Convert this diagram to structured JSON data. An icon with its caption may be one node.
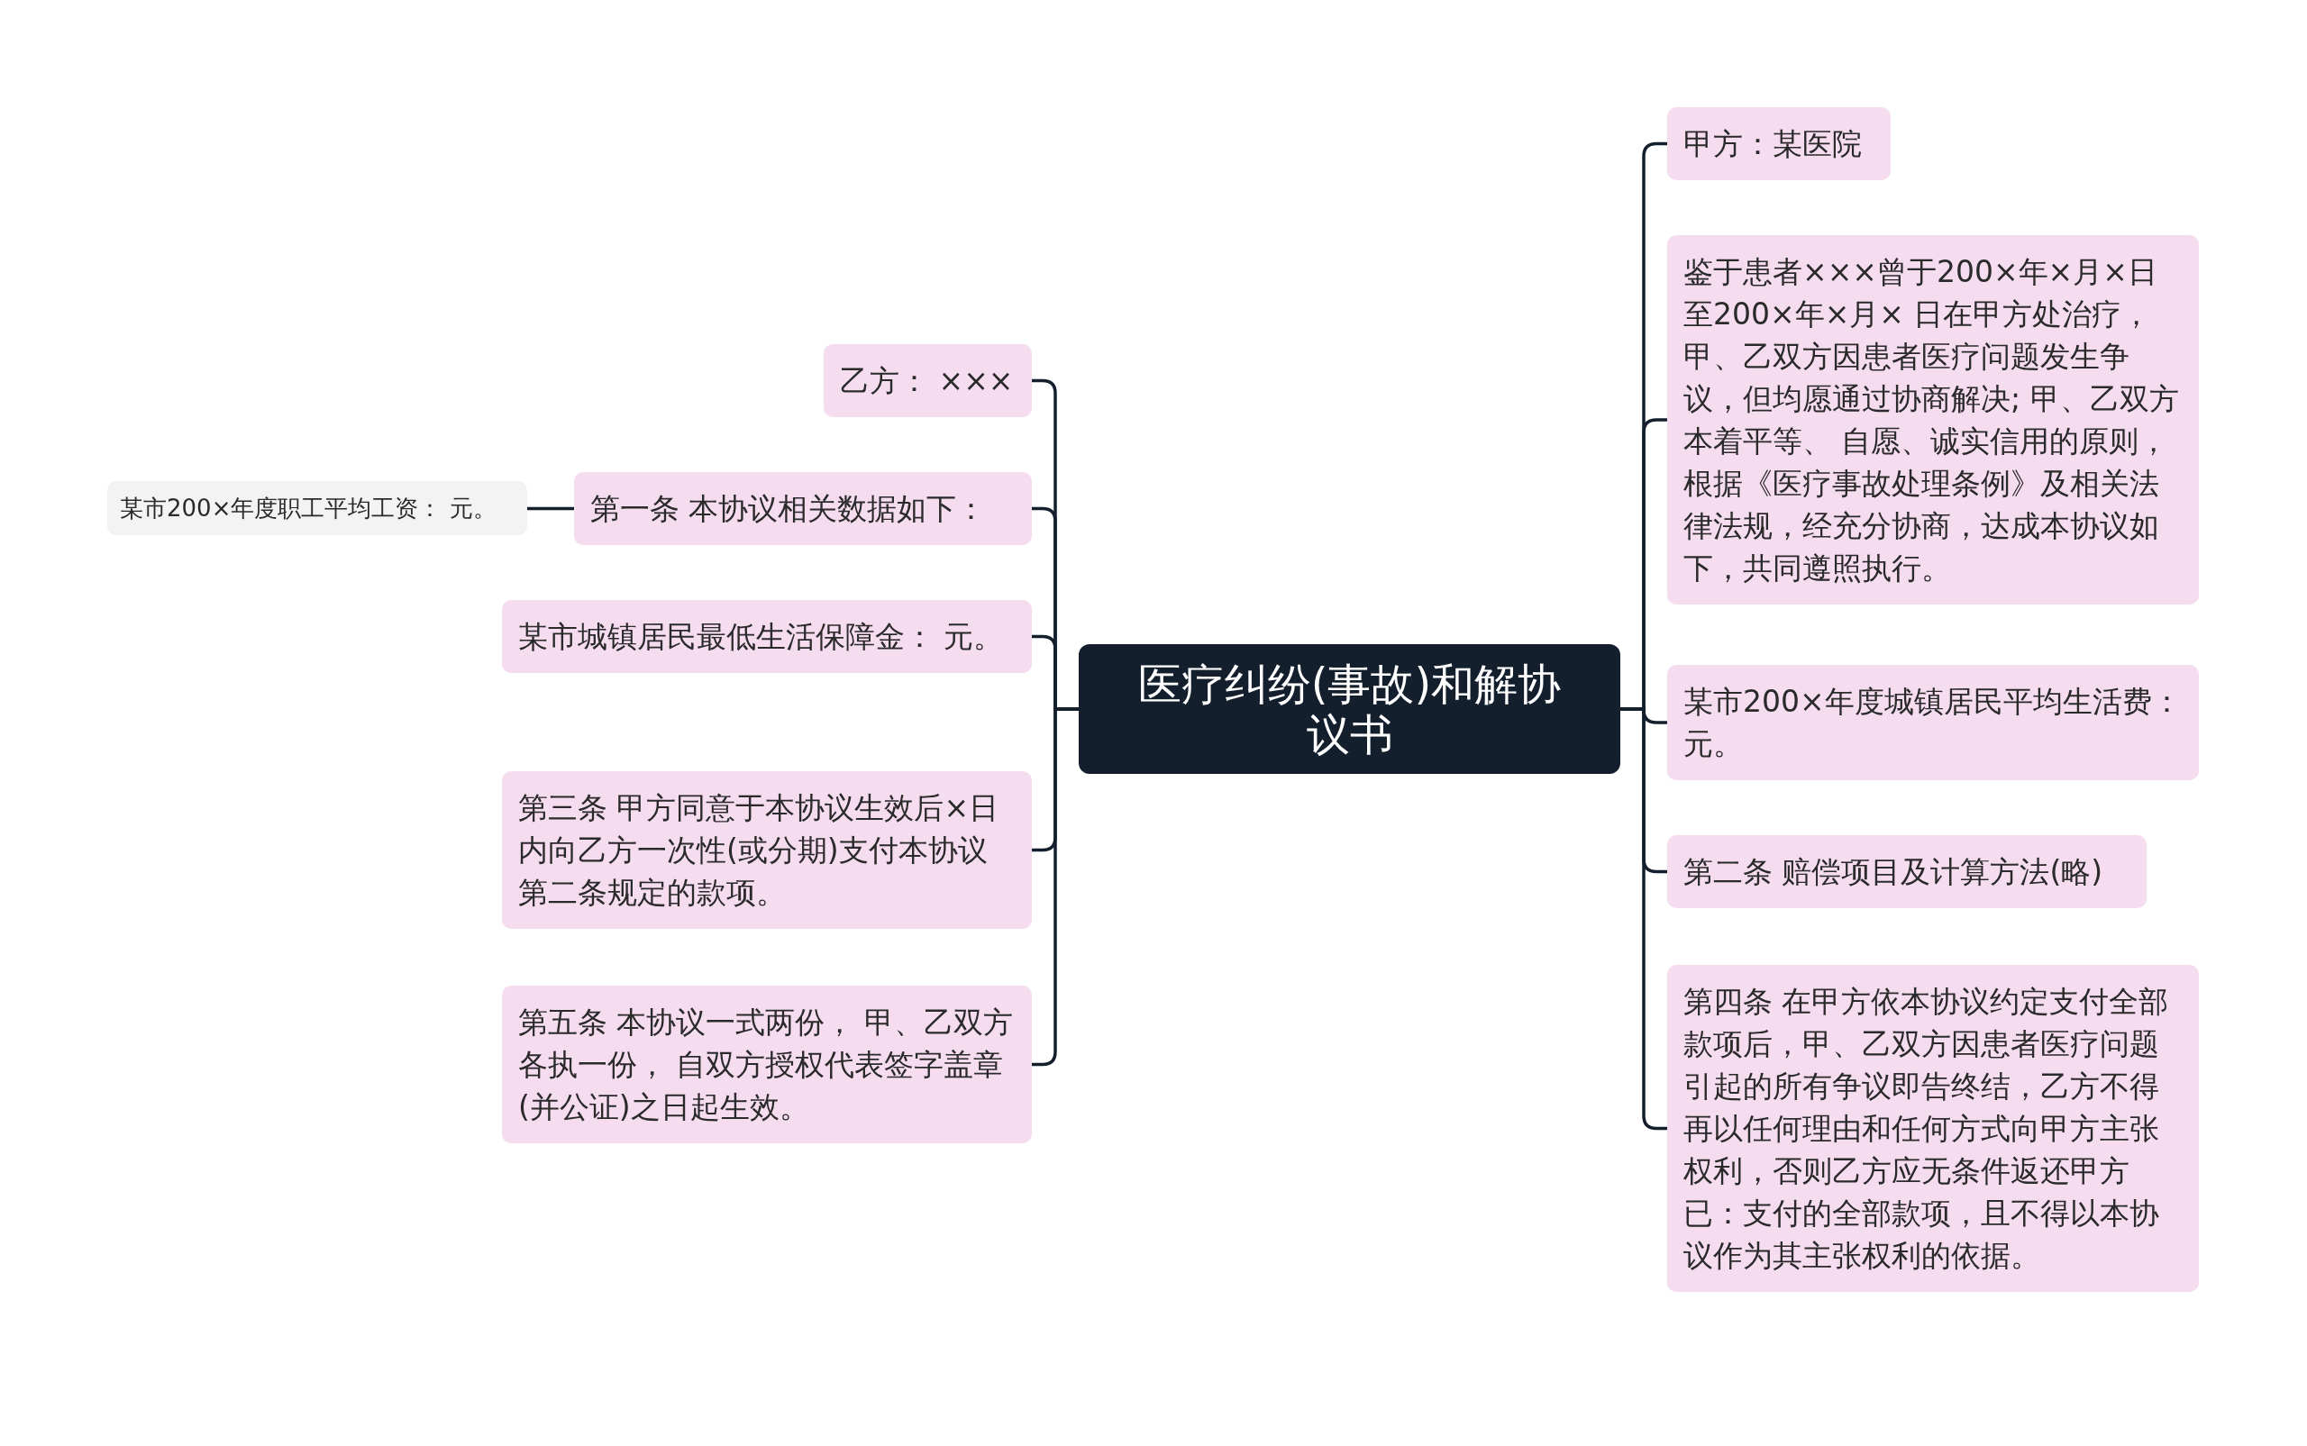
{
  "diagram": {
    "nodes": [
      {
        "text": [
          "医疗纠纷(事故)和解协议书"
        ]
      },
      {
        "text": [
          "乙方： ×××"
        ]
      },
      {
        "text": [
          "第一条 本协议相关数据如下："
        ]
      },
      {
        "text": [
          "某市200×年度职工平均工资： 元。"
        ]
      },
      {
        "text": [
          "某市城镇居民最低生活保障金： 元。"
        ]
      },
      {
        "text": [
          "第三条 甲方同意于本协议生效后×日内向乙方一次性(或分期)支付本协议第二条规定的款项。"
        ]
      },
      {
        "text": [
          "第五条 本协议一式两份， 甲、乙双方各执一份， 自双方授权代表签字盖章(并公证)之日起生效。"
        ]
      },
      {
        "text": [
          "甲方：某医院"
        ]
      },
      {
        "text": [
          "鉴于患者×××曾于200×年×月×日至200×年×月× 日在甲方处治疗，甲、乙双方因患者医疗问题发生争议，但均愿通过协商解决; 甲、乙双方本着平等、 自愿、诚实信用的原则，根据《医疗事故处理条例》及相关法律法规，经充分协商，达成本协议如下，共同遵照执行。"
        ]
      },
      {
        "text": [
          "某市200×年度城镇居民平均生活费：元。"
        ]
      },
      {
        "text": [
          "第二条 赔偿项目及计算方法(略)"
        ]
      },
      {
        "text": [
          "第四条 在甲方依本协议约定支付全部款项后，甲、乙双方因患者医疗问题引起的所有争议即告终结，乙方不得再以任何理由和任何方式向甲方主张权利，否则乙方应无条件返还甲方已：支付的全部款项，且不得以本协议作为其主张权利的依据。"
        ]
      }
    ],
    "edges": [
      {
        "from": 0,
        "to": 1,
        "arrow": "none"
      },
      {
        "from": 0,
        "to": 2,
        "arrow": "none"
      },
      {
        "from": 2,
        "to": 3,
        "arrow": "none"
      },
      {
        "from": 0,
        "to": 4,
        "arrow": "none"
      },
      {
        "from": 0,
        "to": 5,
        "arrow": "none"
      },
      {
        "from": 0,
        "to": 6,
        "arrow": "none"
      },
      {
        "from": 0,
        "to": 7,
        "arrow": "none"
      },
      {
        "from": 0,
        "to": 8,
        "arrow": "none"
      },
      {
        "from": 0,
        "to": 9,
        "arrow": "none"
      },
      {
        "from": 0,
        "to": 10,
        "arrow": "none"
      },
      {
        "from": 0,
        "to": 11,
        "arrow": "none"
      }
    ]
  }
}
